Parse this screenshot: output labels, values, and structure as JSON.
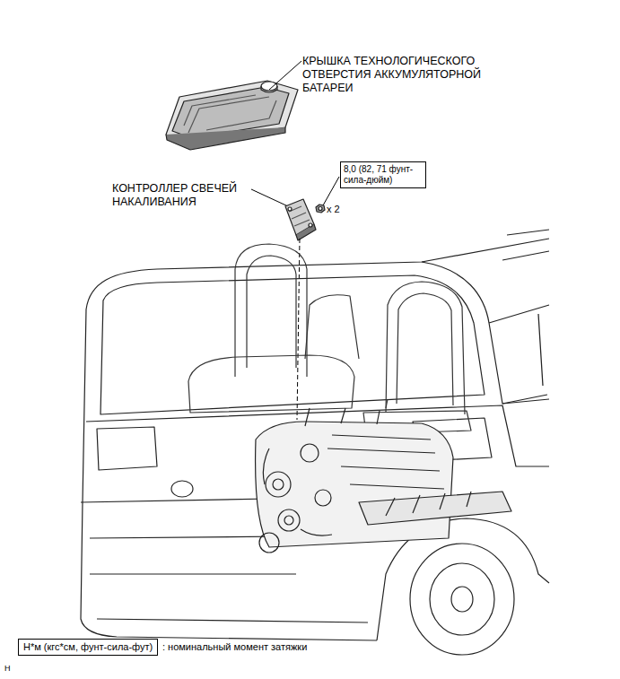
{
  "diagram": {
    "nodes": [
      {
        "text": [
          "8,0 (82, 71 фунт-сила-дюйм)"
        ]
      },
      {
        "text": [
          "Н*м (кгс*см, фунт-сила-фут)"
        ]
      }
    ],
    "labels": [
      "КРЫШКА ТЕХНОЛОГИЧЕСКОГО ОТВЕРСТИЯ АККУМУЛЯТОРНОЙ БАТАРЕИ",
      "КОНТРОЛЛЕР СВЕЧЕЙ НАКАЛИВАНИЯ",
      "x 2",
      ": номинальный момент затяжки",
      "H"
    ]
  }
}
